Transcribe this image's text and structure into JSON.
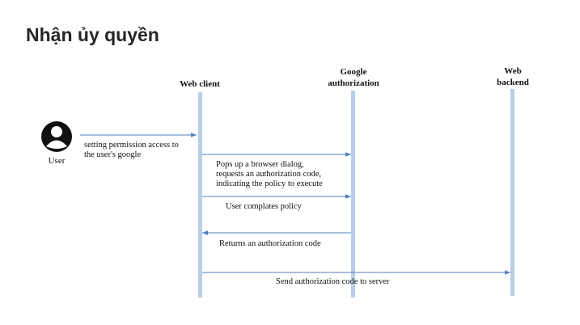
{
  "slide": {
    "title": "Nhận ủy quyền"
  },
  "actors": {
    "user": {
      "label": "User",
      "icon": "user-avatar-icon"
    },
    "web_client": {
      "label": "Web client"
    },
    "google_auth": {
      "label_line1": "Google",
      "label_line2": "authorization"
    },
    "web_backend": {
      "label_line1": "Web",
      "label_line2": "backend"
    }
  },
  "messages": [
    {
      "lines": [
        "setting permission access to",
        "the user's google"
      ]
    },
    {
      "lines": [
        "Pops up a browser dialog,",
        "requests an authorization code,",
        "indicating the policy to execute"
      ]
    },
    {
      "lines": [
        "User complates policy"
      ]
    },
    {
      "lines": [
        "Returns an authorization code"
      ]
    },
    {
      "lines": [
        "Send authorization code to server"
      ]
    }
  ],
  "colors": {
    "lifeline": "#b8cfe6",
    "arrow": "#4f7fc1",
    "text": "#111111",
    "title": "#262626"
  }
}
